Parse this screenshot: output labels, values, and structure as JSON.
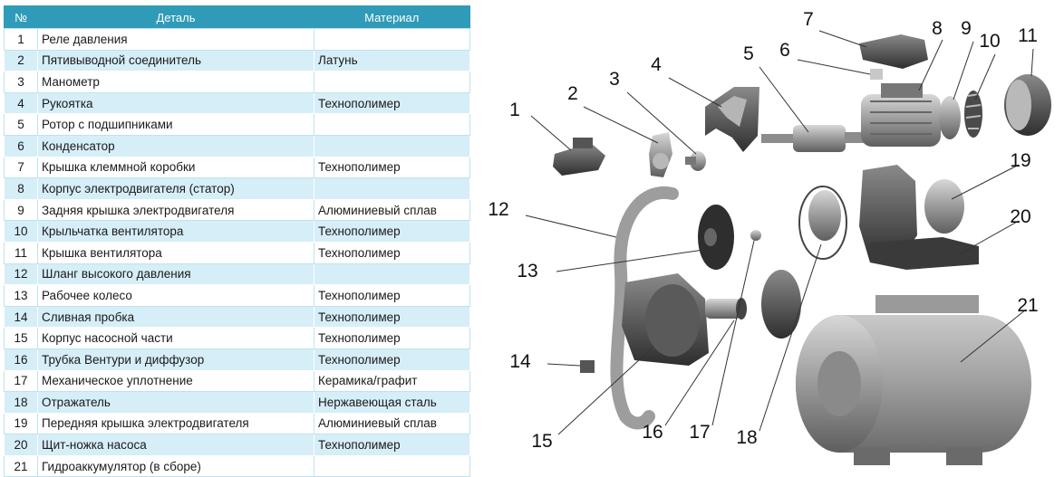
{
  "table": {
    "headers": [
      "№",
      "Деталь",
      "Материал"
    ],
    "rows": [
      {
        "num": "1",
        "part": "Реле давления",
        "material": ""
      },
      {
        "num": "2",
        "part": "Пятивыводной соединитель",
        "material": "Латунь"
      },
      {
        "num": "3",
        "part": "Манометр",
        "material": ""
      },
      {
        "num": "4",
        "part": "Рукоятка",
        "material": "Технополимер"
      },
      {
        "num": "5",
        "part": "Ротор с подшипниками",
        "material": ""
      },
      {
        "num": "6",
        "part": "Конденсатор",
        "material": ""
      },
      {
        "num": "7",
        "part": "Крышка клеммной коробки",
        "material": "Технополимер"
      },
      {
        "num": "8",
        "part": "Корпус электродвигателя (статор)",
        "material": ""
      },
      {
        "num": "9",
        "part": "Задняя крышка электродвигателя",
        "material": "Алюминиевый сплав"
      },
      {
        "num": "10",
        "part": "Крыльчатка вентилятора",
        "material": "Технополимер"
      },
      {
        "num": "11",
        "part": "Крышка вентилятора",
        "material": "Технополимер"
      },
      {
        "num": "12",
        "part": "Шланг высокого давления",
        "material": ""
      },
      {
        "num": "13",
        "part": "Рабочее колесо",
        "material": "Технополимер"
      },
      {
        "num": "14",
        "part": "Сливная пробка",
        "material": "Технополимер"
      },
      {
        "num": "15",
        "part": "Корпус насосной части",
        "material": "Технополимер"
      },
      {
        "num": "16",
        "part": "Трубка Вентури и диффузор",
        "material": "Технополимер"
      },
      {
        "num": "17",
        "part": "Механическое уплотнение",
        "material": "Керамика/графит"
      },
      {
        "num": "18",
        "part": "Отражатель",
        "material": "Нержавеющая сталь"
      },
      {
        "num": "19",
        "part": "Передняя крышка электродвигателя",
        "material": "Алюминиевый сплав"
      },
      {
        "num": "20",
        "part": "Щит-ножка насоса",
        "material": "Технополимер"
      },
      {
        "num": "21",
        "part": "Гидроаккумулятор (в сборе)",
        "material": ""
      }
    ]
  },
  "diagram": {
    "callouts": [
      "1",
      "2",
      "3",
      "4",
      "5",
      "6",
      "7",
      "8",
      "9",
      "10",
      "11",
      "12",
      "13",
      "14",
      "15",
      "16",
      "17",
      "18",
      "19",
      "20",
      "21"
    ]
  },
  "colors": {
    "header_bg": "#2f9bb8",
    "row_alt_bg": "#d6eef7",
    "part_gray": "#7a7a7a"
  }
}
